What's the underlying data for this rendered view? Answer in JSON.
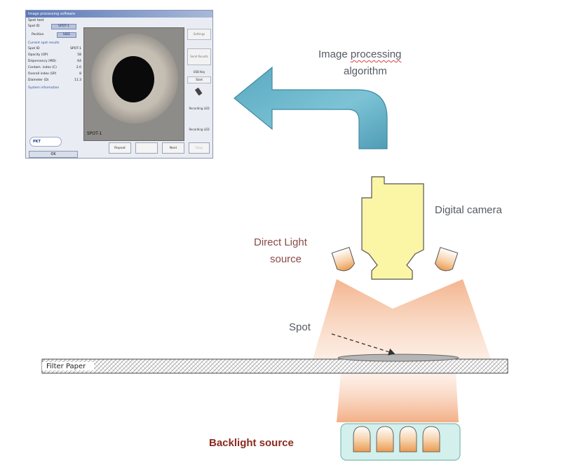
{
  "software": {
    "title": "Image processing software",
    "subtitle": "Spot test",
    "spot_id_label": "Spot ID",
    "spot_id_value": "SPOT-1",
    "position_label": "Position",
    "position_value": "SIDE",
    "current_spot_results_label": "Current spot results",
    "rows": [
      {
        "label": "Spot ID",
        "value": "SPOT-1"
      },
      {
        "label": "Opacity (OP)",
        "value": "58"
      },
      {
        "label": "Dispersancy (MD)",
        "value": "64"
      },
      {
        "label": "Contam. index (C)",
        "value": "2.0"
      },
      {
        "label": "Overall index (SP)",
        "value": "8"
      },
      {
        "label": "Diameter (D)",
        "value": "11.3"
      }
    ],
    "system_info_label": "System information",
    "viewer_label": "SPOT-1",
    "right_buttons": [
      "Settings",
      "Send Results",
      "Start"
    ],
    "usb_label": "USB Key",
    "recording_label_1": "Recording LED",
    "recording_label_2": "Recording LED",
    "bottom_buttons": [
      "Repeat",
      "Next",
      "Stop"
    ],
    "ok_label": "OK",
    "logo_text": "PKT"
  },
  "labels": {
    "algorithm_line1": "Image processing",
    "algorithm_line2": "algorithm",
    "camera": "Digital camera",
    "direct_light_line1": "Direct Light",
    "direct_light_line2": "source",
    "spot": "Spot",
    "filter_paper": "Filter Paper",
    "backlight": "Backlight source"
  },
  "colors": {
    "arrow_fill": "#6fb8cc",
    "camera_fill": "#f8f2a0",
    "light_cone": "#f4b48c",
    "backlight_box": "#cdeee9",
    "bulb_fill": "#f2b56e"
  }
}
